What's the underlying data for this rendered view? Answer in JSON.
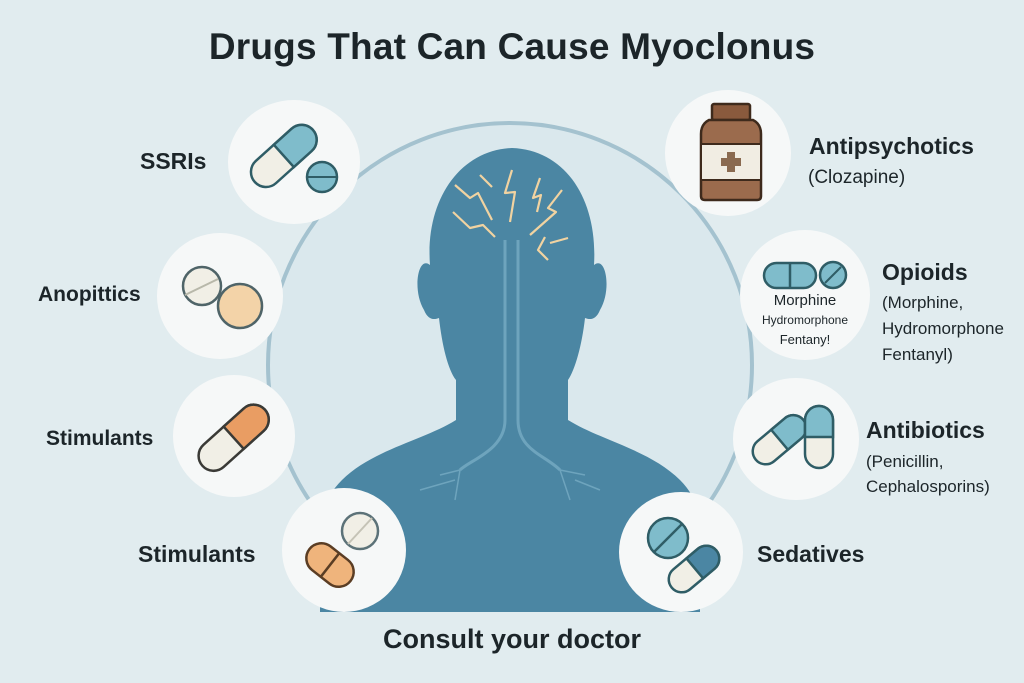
{
  "title": "Drugs That Can Cause Myoclonus",
  "footer": "Consult your doctor",
  "colors": {
    "background": "#e1ecef",
    "silhouette": "#4b86a3",
    "ring": "#9fbfcc",
    "bubble": "#f6f8f8",
    "text": "#1c2529",
    "teal_pill": "#7fbccb",
    "orange_pill": "#efb47c",
    "cream": "#f1efe6",
    "bottle": "#9b6b4d",
    "spark": "#f1d3a1"
  },
  "center_figure": {
    "icon": "human-head-silhouette-with-nerve-sparks"
  },
  "left_items": [
    {
      "label": "SSRIs",
      "icon": "capsule-and-tablet-icon"
    },
    {
      "label": "Anopittics",
      "icon": "two-tablets-icon"
    },
    {
      "label": "Stimulants",
      "icon": "orange-capsule-icon"
    },
    {
      "label": "Stimulants",
      "icon": "scored-tablet-and-round-pill-icon"
    }
  ],
  "right_items": [
    {
      "label": "Antipsychotics",
      "detail": "(Clozapine)",
      "icon": "medicine-bottle-icon"
    },
    {
      "label": "Opioids",
      "detail_lines": [
        "(Morphine,",
        "Hydromorphone",
        "Fentanyl)"
      ],
      "icon": "pills-with-names-icon",
      "inset_lines": [
        "Morphine",
        "Hydromorphone",
        "Fentany!"
      ]
    },
    {
      "label": "Antibiotics",
      "detail_lines": [
        "(Penicillin,",
        "Cephalosporins)"
      ],
      "icon": "two-capsules-icon"
    },
    {
      "label": "Sedatives",
      "icon": "tablet-and-capsule-icon"
    }
  ]
}
